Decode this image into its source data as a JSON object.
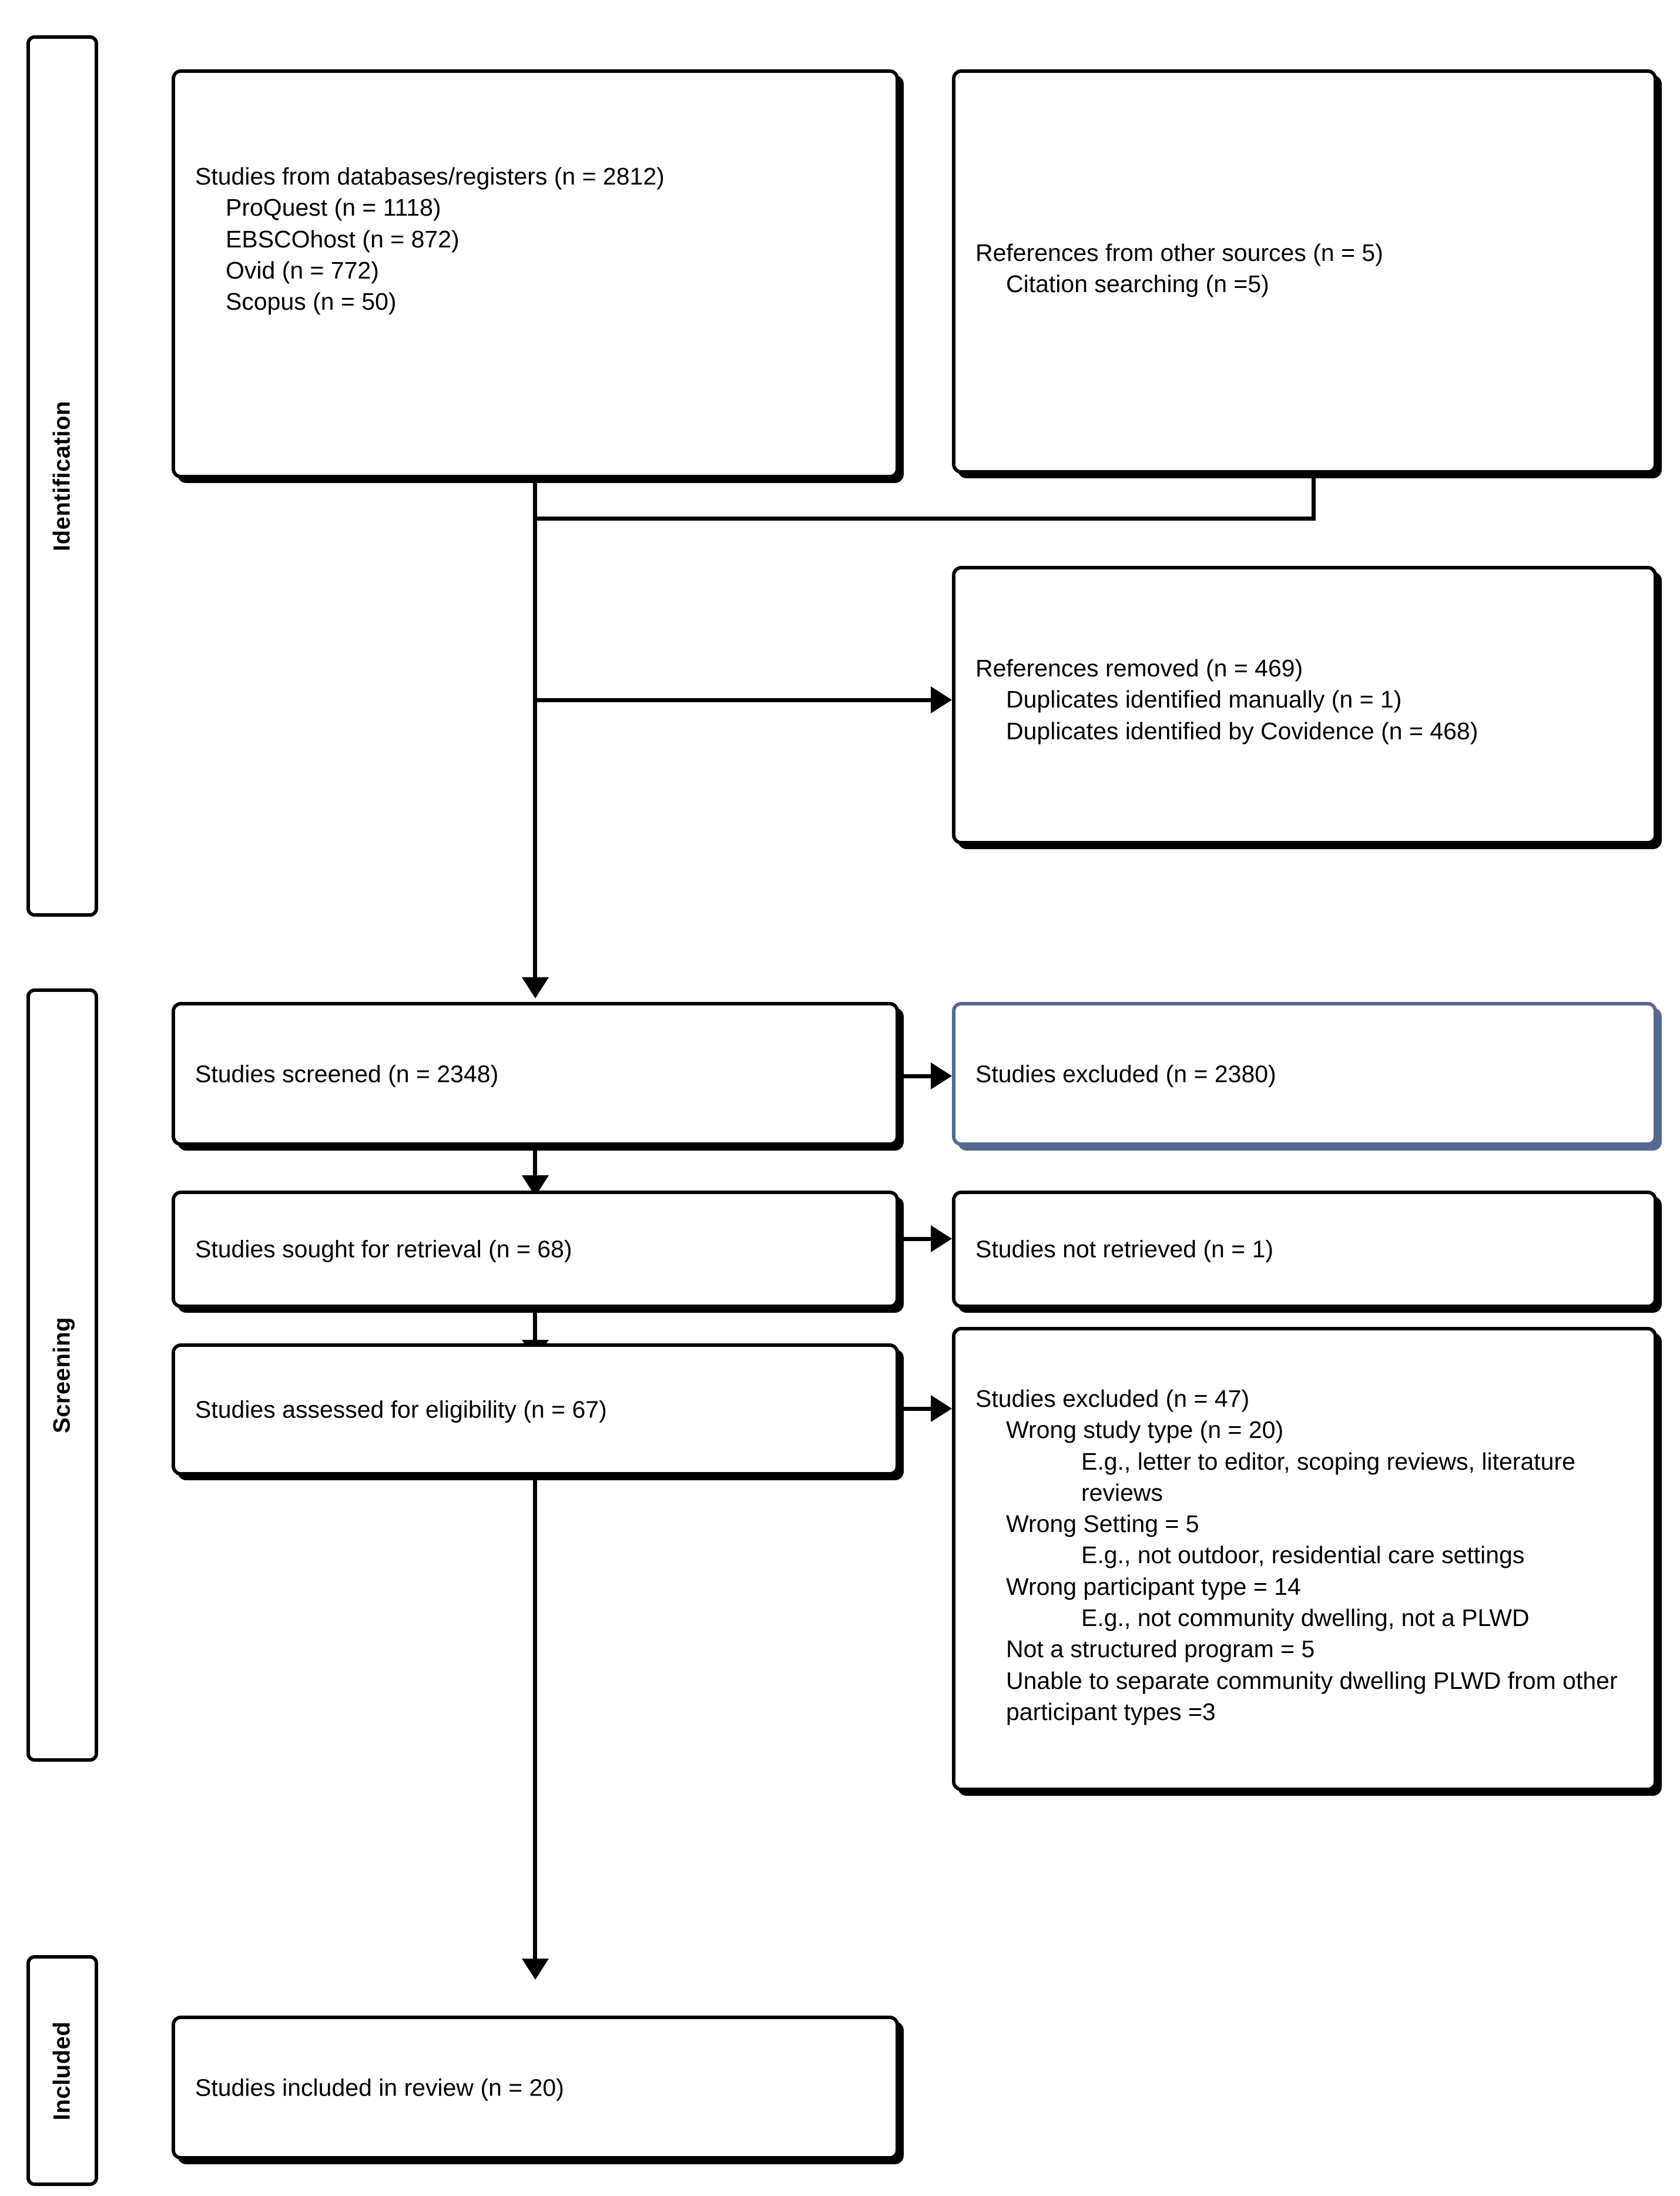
{
  "diagram": {
    "type": "prisma-flow-diagram",
    "title": "PRISMA flow diagram",
    "accent_color": "#55688d",
    "line_color": "#000000",
    "background_color": "#ffffff"
  },
  "phases": [
    {
      "id": "identification",
      "label": "Identification"
    },
    {
      "id": "screening",
      "label": "Screening"
    },
    {
      "id": "included",
      "label": "Included"
    }
  ],
  "nodes": {
    "databases": {
      "heading_plain": "Studies from databases/registers ",
      "heading_bold": "(n = 2812)",
      "items": [
        "ProQuest (n = 1118)",
        "EBSCOhost (n = 872)",
        "Ovid (n = 772)",
        "Scopus (n = 50)"
      ]
    },
    "other_sources": {
      "heading_plain": "References from other sources ",
      "heading_bold": "(n = 5)",
      "items": [
        "Citation searching (n =5)"
      ]
    },
    "removed": {
      "heading_plain": "References removed ",
      "heading_bold": "(n = 469)",
      "items": [
        "Duplicates identified manually (n = 1)",
        "Duplicates identified by Covidence (n = 468)"
      ]
    },
    "screened": {
      "heading_plain": "Studies screened ",
      "heading_bold": "(n = 2348)"
    },
    "screened_excluded": {
      "heading_plain": "Studies excluded ",
      "heading_bold": "(n = 2380)"
    },
    "sought": {
      "heading_plain": "Studies sought for retrieval ",
      "heading_bold": "(n = 68)"
    },
    "not_retrieved": {
      "heading_plain": "Studies not retrieved ",
      "heading_bold": "(n = 1)"
    },
    "assessed": {
      "heading_plain": "Studies assessed for eligibility ",
      "heading_bold": "(n = 67)"
    },
    "eligibility_excluded": {
      "heading_plain": "Studies excluded ",
      "heading_bold": "(n = 47)",
      "reasons": [
        {
          "level": 1,
          "text": "Wrong study type (n = 20)"
        },
        {
          "level": 2,
          "text": "E.g., letter to editor, scoping reviews, literature reviews"
        },
        {
          "level": 1,
          "text": "Wrong Setting = 5"
        },
        {
          "level": 2,
          "text": "E.g., not outdoor, residential care settings"
        },
        {
          "level": 1,
          "text": "Wrong participant type = 14"
        },
        {
          "level": 2,
          "text": "E.g., not community dwelling, not a PLWD"
        },
        {
          "level": 1,
          "text": "Not a structured program = 5"
        },
        {
          "level": 1,
          "text": "Unable to separate community dwelling PLWD from other participant types =3"
        }
      ]
    },
    "included": {
      "heading_plain": "Studies included in review ",
      "heading_bold": "(n = 20)"
    }
  },
  "chart_data": {
    "type": "flow",
    "title": "PRISMA 2020 flow diagram",
    "stages": [
      {
        "phase": "Identification",
        "label": "Studies from databases/registers",
        "n": 2812,
        "breakdown": [
          {
            "label": "ProQuest",
            "n": 1118
          },
          {
            "label": "EBSCOhost",
            "n": 872
          },
          {
            "label": "Ovid",
            "n": 772
          },
          {
            "label": "Scopus",
            "n": 50
          }
        ]
      },
      {
        "phase": "Identification",
        "label": "References from other sources",
        "n": 5,
        "breakdown": [
          {
            "label": "Citation searching",
            "n": 5
          }
        ]
      },
      {
        "phase": "Identification",
        "label": "References removed",
        "n": 469,
        "breakdown": [
          {
            "label": "Duplicates identified manually",
            "n": 1
          },
          {
            "label": "Duplicates identified by Covidence",
            "n": 468
          }
        ]
      },
      {
        "phase": "Screening",
        "label": "Studies screened",
        "n": 2348
      },
      {
        "phase": "Screening",
        "label": "Studies excluded",
        "n": 2380
      },
      {
        "phase": "Screening",
        "label": "Studies sought for retrieval",
        "n": 68
      },
      {
        "phase": "Screening",
        "label": "Studies not retrieved",
        "n": 1
      },
      {
        "phase": "Screening",
        "label": "Studies assessed for eligibility",
        "n": 67
      },
      {
        "phase": "Screening",
        "label": "Studies excluded",
        "n": 47,
        "breakdown": [
          {
            "label": "Wrong study type",
            "n": 20
          },
          {
            "label": "Wrong Setting",
            "n": 5
          },
          {
            "label": "Wrong participant type",
            "n": 14
          },
          {
            "label": "Not a structured program",
            "n": 5
          },
          {
            "label": "Unable to separate community dwelling PLWD from other participant types",
            "n": 3
          }
        ]
      },
      {
        "phase": "Included",
        "label": "Studies included in review",
        "n": 20
      }
    ]
  }
}
